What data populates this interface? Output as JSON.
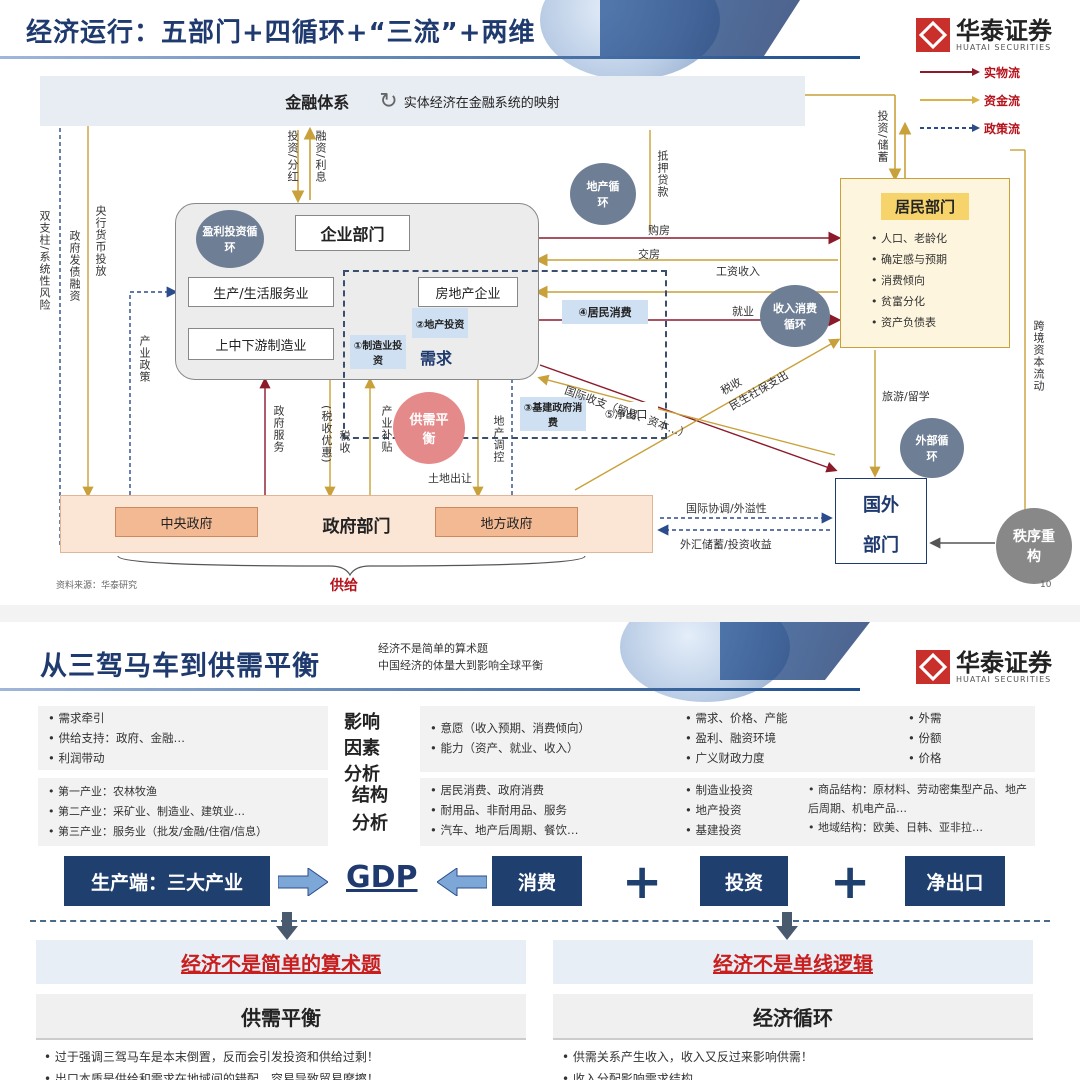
{
  "slide1": {
    "title": "经济运行：五部门+四循环+“三流”+两维",
    "logo": {
      "cn": "华泰证券",
      "en": "HUATAI SECURITIES"
    },
    "legend": [
      {
        "label": "实物流",
        "color": "#8b1a2b",
        "style": "solid"
      },
      {
        "label": "资金流",
        "color": "#d9b24a",
        "style": "solid"
      },
      {
        "label": "政策流",
        "color": "#2b4c8c",
        "style": "dashed"
      }
    ],
    "finance": {
      "label": "金融体系",
      "note": "实体经济在金融系统的映射"
    },
    "enterprise": {
      "label": "企业部门",
      "service": "生产/生活服务业",
      "manufacturing": "上中下游制造业",
      "realestate": "房地产企业"
    },
    "household": {
      "label": "居民部门",
      "items": [
        "人口、老龄化",
        "确定感与预期",
        "消费倾向",
        "贫富分化",
        "资产负债表"
      ]
    },
    "foreign": {
      "label1": "国外",
      "label2": "部门"
    },
    "government": {
      "label": "政府部门",
      "central": "中央政府",
      "local": "地方政府"
    },
    "circles": {
      "profit": "盈利投资循环",
      "property": "地产循环",
      "income": "收入消费循环",
      "external": "外部循环",
      "supply": "供需平衡",
      "order": "秩序重构"
    },
    "demand": {
      "label": "需求",
      "items": [
        "①制造业投资",
        "②地产投资",
        "③基建政府消费",
        "④居民消费",
        "⑤净出口"
      ]
    },
    "labels": {
      "double_pillar": "双支柱/系统性风险",
      "gov_bond": "政府发债融资",
      "central_bank": "央行货币投放",
      "financing": "融资/利息",
      "invest_dividend": "投资/分红",
      "mortgage": "抵押贷款",
      "buy_house": "购房",
      "deliver_house": "交房",
      "wage": "工资收入",
      "employment": "就业",
      "invest_save": "投资/储蓄",
      "industry_policy": "产业政策",
      "gov_service": "政府服务",
      "tax": "(税收优惠)",
      "tax2": "税收",
      "industry_subsidy": "产业补贴",
      "land_sale": "土地出让",
      "land_control": "地产调控",
      "intl_balance": "国际收支（贸易、资本…）",
      "tax_relief": "税收",
      "social": "民生社保支出",
      "travel": "旅游/留学",
      "cross_border": "跨境资本流动",
      "intl_coord": "国际协调/外溢性",
      "fx": "外汇储蓄/投资收益",
      "supply_bottom": "供给",
      "source": "资料来源：华泰研究",
      "page": "10"
    }
  },
  "slide2": {
    "title": "从三驾马车到供需平衡",
    "subtitle1": "经济不是简单的算术题",
    "subtitle2": "中国经济的体量大到影响全球平衡",
    "logo": {
      "cn": "华泰证券",
      "en": "HUATAI SECURITIES"
    },
    "factor_title": "影响因素分析",
    "structure_title": "结构分析",
    "left_top": [
      "需求牵引",
      "供给支持：政府、金融…",
      "利润带动"
    ],
    "left_bottom": [
      "第一产业：农林牧渔",
      "第二产业：采矿业、制造业、建筑业…",
      "第三产业：服务业（批发/金融/住宿/信息）"
    ],
    "factor_consume": [
      "意愿（收入预期、消费倾向）",
      "能力（资产、就业、收入）"
    ],
    "factor_invest": [
      "需求、价格、产能",
      "盈利、融资环境",
      "广义财政力度"
    ],
    "factor_export": [
      "外需",
      "份额",
      "价格"
    ],
    "struct_consume": [
      "居民消费、政府消费",
      "耐用品、非耐用品、服务",
      "汽车、地产后周期、餐饮…"
    ],
    "struct_invest": [
      "制造业投资",
      "地产投资",
      "基建投资"
    ],
    "struct_export": [
      "商品结构：原材料、劳动密集型产品、地产后周期、机电产品…",
      "地域结构：欧美、日韩、亚非拉…"
    ],
    "row": {
      "production": "生产端：三大产业",
      "gdp": "GDP",
      "consume": "消费",
      "invest": "投资",
      "netexport": "净出口",
      "plus": "+"
    },
    "left_red": "经济不是简单的算术题",
    "right_red": "经济不是单线逻辑",
    "left_grey": "供需平衡",
    "right_grey": "经济循环",
    "left_bottom_text": [
      "过于强调三驾马车是本末倒置，反而会引发投资和供给过剩！",
      "出口本质是供给和需求在地域间的错配，容易导致贸易摩擦！"
    ],
    "right_bottom_text": [
      "供需关系产生收入，收入又反过来影响供需！",
      "收入分配影响需求结构"
    ]
  }
}
